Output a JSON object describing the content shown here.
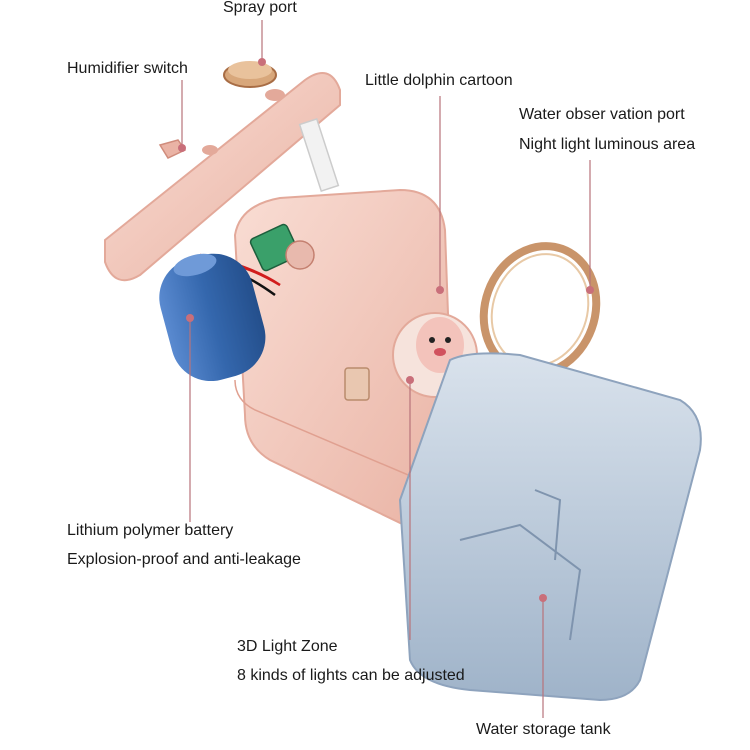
{
  "labels": {
    "spray_port": "Spray port",
    "humidifier_switch": "Humidifier switch",
    "little_dolphin_cartoon": "Little dolphin cartoon",
    "water_observation_port": "Water obser vation port",
    "night_light_luminous_area": "Night light luminous area",
    "lithium_polymer_battery": "Lithium polymer battery",
    "explosion_proof": "Explosion-proof and anti-leakage",
    "light_zone_3d": "3D Light Zone",
    "lights_adjustable": "8 kinds of lights can be adjusted",
    "water_storage_tank": "Water storage tank"
  },
  "colors": {
    "body_pink": "#f2c9bd",
    "body_pink_dark": "#e3a99a",
    "leader_line": "#b8737a",
    "dot": "#c96f7a",
    "battery_blue": "#3f6fb5",
    "tank_blue": "#aebfd3",
    "ring_gold": "#c9946a"
  }
}
